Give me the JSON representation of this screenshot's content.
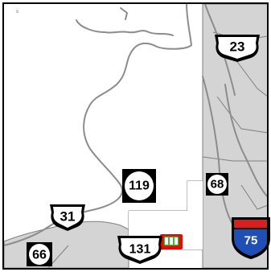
{
  "map": {
    "colors": {
      "background": "#ffffff",
      "region_shaded": "#d4d4d4",
      "boundary": "#7f7f7f",
      "road": "#8c8c8c",
      "frame": "#000000",
      "interstate_blue": "#1f4fb4",
      "interstate_red": "#d81e1e",
      "marker_red": "#ff0000",
      "marker_green": "#00a000"
    },
    "shields": [
      {
        "id": "us-23",
        "kind": "us-route",
        "label": "23"
      },
      {
        "id": "state-119",
        "kind": "state-route",
        "label": "119"
      },
      {
        "id": "state-68",
        "kind": "state-route",
        "label": "68"
      },
      {
        "id": "us-31",
        "kind": "us-route",
        "label": "31"
      },
      {
        "id": "i-75",
        "kind": "interstate",
        "label": "75"
      },
      {
        "id": "state-66",
        "kind": "state-route",
        "label": "66"
      },
      {
        "id": "us-131",
        "kind": "us-route",
        "label": "131"
      }
    ],
    "marker": {
      "id": "location-marker",
      "icon": "highlighted-location-marker-icon"
    }
  }
}
